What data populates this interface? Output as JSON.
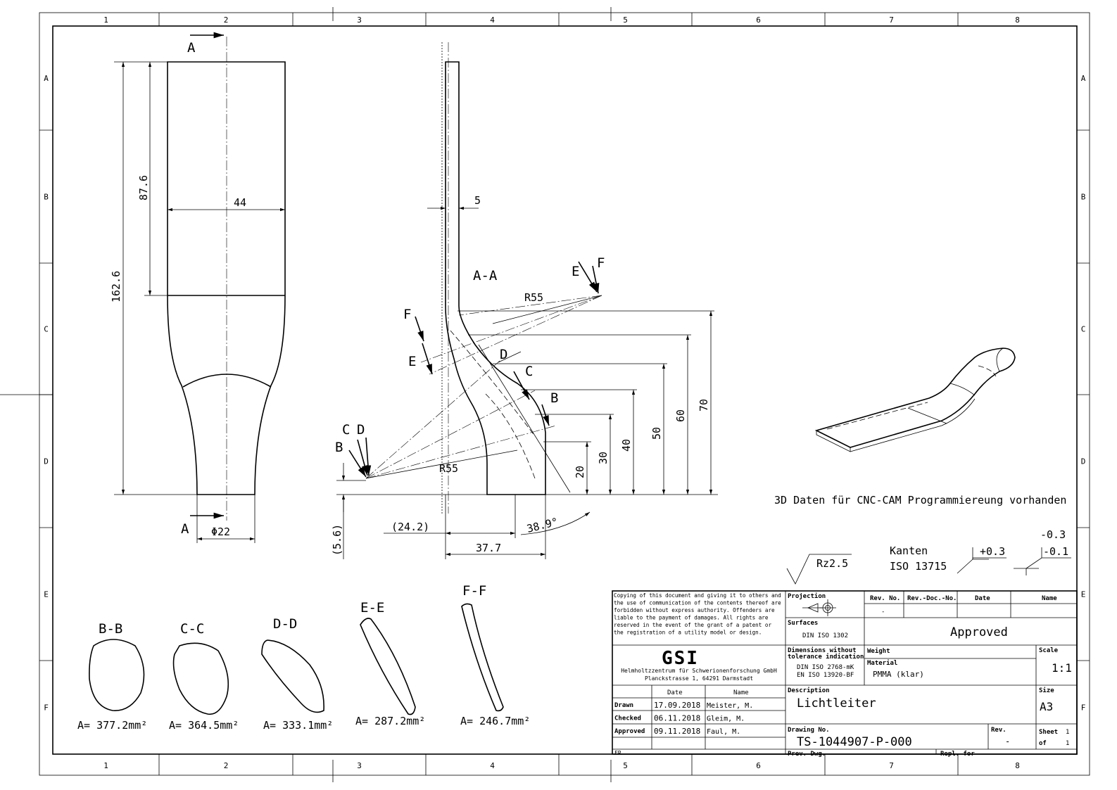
{
  "grid": {
    "cols": [
      "1",
      "2",
      "3",
      "4",
      "5",
      "6",
      "7",
      "8"
    ],
    "rows": [
      "A",
      "B",
      "C",
      "D",
      "E",
      "F"
    ]
  },
  "view_front": {
    "section_label": "A",
    "dim_height_total": "162.6",
    "dim_height_upper": "87.6",
    "dim_width": "44",
    "dim_diameter": "Φ22"
  },
  "view_section": {
    "title": "A-A",
    "dim_thickness": "5",
    "dim_radius_upper": "R55",
    "dim_radius_lower": "R55",
    "heights": [
      "20",
      "30",
      "40",
      "50",
      "60",
      "70"
    ],
    "dim_offset_v": "(5.6)",
    "dim_offset_h": "(24.2)",
    "dim_width": "37.7",
    "dim_angle": "38.9°",
    "cut_labels": {
      "b": "B",
      "c": "C",
      "d": "D",
      "e": "E",
      "f": "F"
    }
  },
  "sections": [
    {
      "title": "B-B",
      "area": "A= 377.2mm²"
    },
    {
      "title": "C-C",
      "area": "A= 364.5mm²"
    },
    {
      "title": "D-D",
      "area": "A= 333.1mm²"
    },
    {
      "title": "E-E",
      "area": "A= 287.2mm²"
    },
    {
      "title": "F-F",
      "area": "A= 246.7mm²"
    }
  ],
  "note_3d": "3D Daten für CNC-CAM Programmiereung vorhanden",
  "surface": "Rz2.5",
  "edges": {
    "label1": "Kanten",
    "label2": "ISO 13715",
    "tol1": "+0.3",
    "tol2_top": "-0.3",
    "tol2_bottom": "-0.1"
  },
  "title_block": {
    "copyright": [
      "Copying of this document and giving it to others and",
      "the use of communication of the contents thereof are",
      "forbidden without express authority. Offenders are",
      "liable to the payment of damages. All rights are",
      "reserved in the event of the grant of a patent or",
      "the registration of a utility model or design."
    ],
    "company_logo": "GSI",
    "company_line1": "Helmholtzzentrum für Schwerionenforschung GmbH",
    "company_line2": "Planckstrasse 1, 64291 Darmstadt",
    "projection_label": "Projection",
    "surfaces_label": "Surfaces",
    "surfaces_value": "DIN ISO 1302",
    "dimensions_label1": "Dimensions without",
    "dimensions_label2": "tolerance indication",
    "dimensions_value1": "DIN ISO 2768-mK",
    "dimensions_value2": "EN ISO 13920-BF",
    "rev_no_label": "Rev. No.",
    "rev_doc_label": "Rev.-Doc.-No.",
    "date_label": "Date",
    "name_label": "Name",
    "rev_no_value": "-",
    "status": "Approved",
    "weight_label": "Weight",
    "material_label": "Material",
    "material_value": "PMMA (klar)",
    "scale_label": "Scale",
    "scale_value": "1:1",
    "col_date": "Date",
    "col_name": "Name",
    "rows": [
      {
        "role": "Drawn",
        "date": "17.09.2018",
        "name": "Meister, M."
      },
      {
        "role": "Checked",
        "date": "06.11.2018",
        "name": "Gleim, M."
      },
      {
        "role": "Approved",
        "date": "09.11.2018",
        "name": "Faul, M."
      }
    ],
    "description_label": "Description",
    "description_value": "Lichtleiter",
    "size_label": "Size",
    "size_value": "A3",
    "drawing_no_label": "Drawing No.",
    "drawing_no_value": "TS-1044907-P-000",
    "rev_label": "Rev.",
    "rev_value": "-",
    "sheet_label": "Sheet",
    "sheet_value": "1",
    "of_label": "of",
    "of_value": "1",
    "fr_label": "FR",
    "prev_dwg_label": "Prev. Dwg.",
    "prev_dwg_value": "-",
    "repl_label": "Repl. for",
    "repl_value": "-"
  }
}
